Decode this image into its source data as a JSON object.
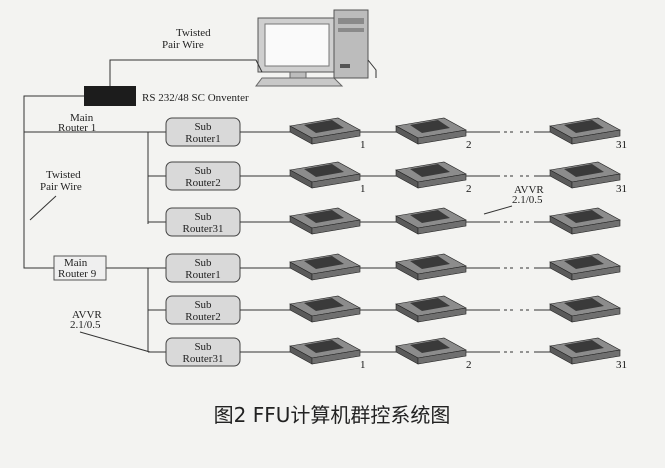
{
  "caption": "图2   FFU计算机群控系统图",
  "labels": {
    "twisted_top": [
      "Twisted",
      "Pair Wire"
    ],
    "converter": "RS 232/48 SC Onventer",
    "main_router_1": [
      "Main",
      "Router 1"
    ],
    "twisted_left": [
      "Twisted",
      "Pair Wire"
    ],
    "main_router_9": [
      "Main",
      "Router 9"
    ],
    "avvr_right": [
      "AVVR",
      "2.1/0.5"
    ],
    "avvr_left": [
      "AVVR",
      "2.1/0.5"
    ]
  },
  "sub_routers": [
    [
      "Sub",
      "Router1"
    ],
    [
      "Sub",
      "Router2"
    ],
    [
      "Sub",
      "Router31"
    ],
    [
      "Sub",
      "Router1"
    ],
    [
      "Sub",
      "Router2"
    ],
    [
      "Sub",
      "Router31"
    ]
  ],
  "column_numbers": [
    "1",
    "2",
    "31"
  ],
  "numbered_rows": [
    0,
    1,
    5
  ],
  "colors": {
    "line": "#333333",
    "sub_router_fill": "#d9d9d9",
    "ffu_top": "#3a3a3a",
    "ffu_side": "#5a5a5a",
    "background": "#f3f3f1"
  }
}
